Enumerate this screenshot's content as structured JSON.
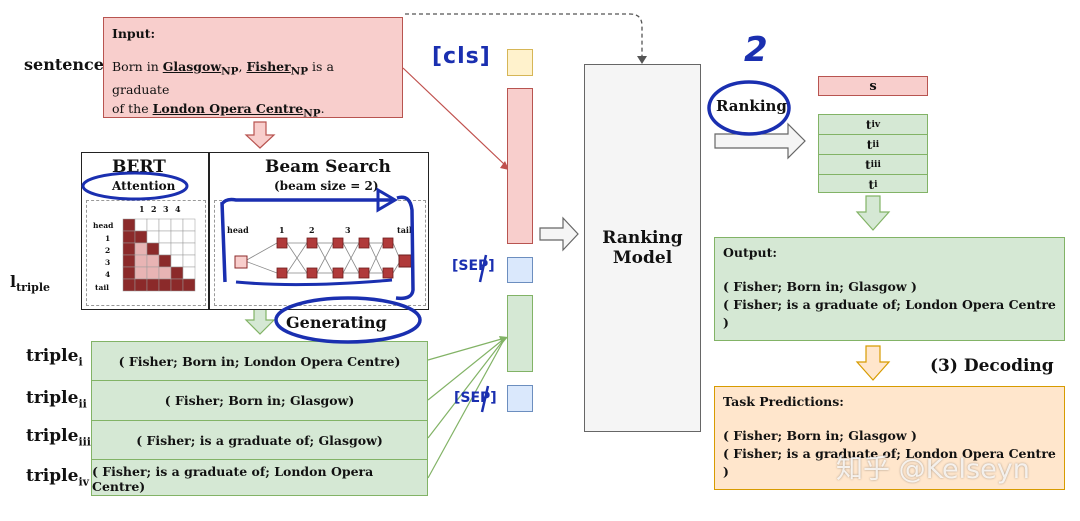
{
  "input": {
    "header": "Input:",
    "line1_pre": "Born in ",
    "w1": "Glasgow",
    "sub_np": "NP",
    "sep1": ", ",
    "w2": "Fisher",
    "line1_post": " is a graduate",
    "line2_pre": "of the ",
    "w3": "London Opera Centre",
    "line2_post": "."
  },
  "left_labels": {
    "sentence": "sentence",
    "l_main": "l",
    "l_sub": "triple"
  },
  "bert": {
    "title": "BERT",
    "attention": "Attention",
    "matrix_cols": [
      "1",
      "2",
      "3",
      "4"
    ],
    "matrix_rows": [
      "head",
      "1",
      "2",
      "3",
      "4",
      "tail"
    ]
  },
  "beam": {
    "title": "Beam Search",
    "subtitle": "(beam size = 2)",
    "head": "head",
    "tail": "tail",
    "steps": [
      "1",
      "2",
      "3"
    ]
  },
  "generating": "Generating",
  "triples": [
    {
      "label": "triple",
      "sub": "i",
      "text": "( Fisher; Born in; London Opera Centre)"
    },
    {
      "label": "triple",
      "sub": "ii",
      "text": "( Fisher; Born in; Glasgow)"
    },
    {
      "label": "triple",
      "sub": "iii",
      "text": "( Fisher; is a graduate of; Glasgow)"
    },
    {
      "label": "triple",
      "sub": "iv",
      "text": "( Fisher; is a graduate of; London Opera Centre)"
    }
  ],
  "tokens": {
    "cls": "[cls]",
    "sep1": "[SEP]",
    "sep2": "[SEP]"
  },
  "ranking_model": {
    "line1": "Ranking",
    "line2": "Model"
  },
  "ranking": {
    "label": "Ranking",
    "number": "2",
    "s": "s",
    "list": [
      {
        "t": "t",
        "sub": "iv"
      },
      {
        "t": "t",
        "sub": "ii"
      },
      {
        "t": "t",
        "sub": "iii"
      },
      {
        "t": "t",
        "sub": "i"
      }
    ]
  },
  "output": {
    "header": "Output:",
    "line1": "( Fisher; Born in; Glasgow )",
    "line2": "( Fisher; is a graduate of; London Opera Centre )"
  },
  "decoding": "(3) Decoding",
  "task": {
    "header": "Task Predictions:",
    "line1": "( Fisher; Born in; Glasgow )",
    "line2": "( Fisher; is a graduate of; London Opera Centre )"
  },
  "watermark": "知乎 @Kelseyn",
  "colors": {
    "pink_fill": "#f8cecc",
    "pink_stroke": "#b85450",
    "green_fill": "#d5e8d4",
    "green_stroke": "#82b366",
    "orange_fill": "#ffe6cc",
    "orange_stroke": "#d79b00",
    "blue_fill": "#dae8fc",
    "ink": "#1a2fb0",
    "matrix_dark": "#8b2a2a",
    "matrix_light": "#e8b4b4"
  }
}
